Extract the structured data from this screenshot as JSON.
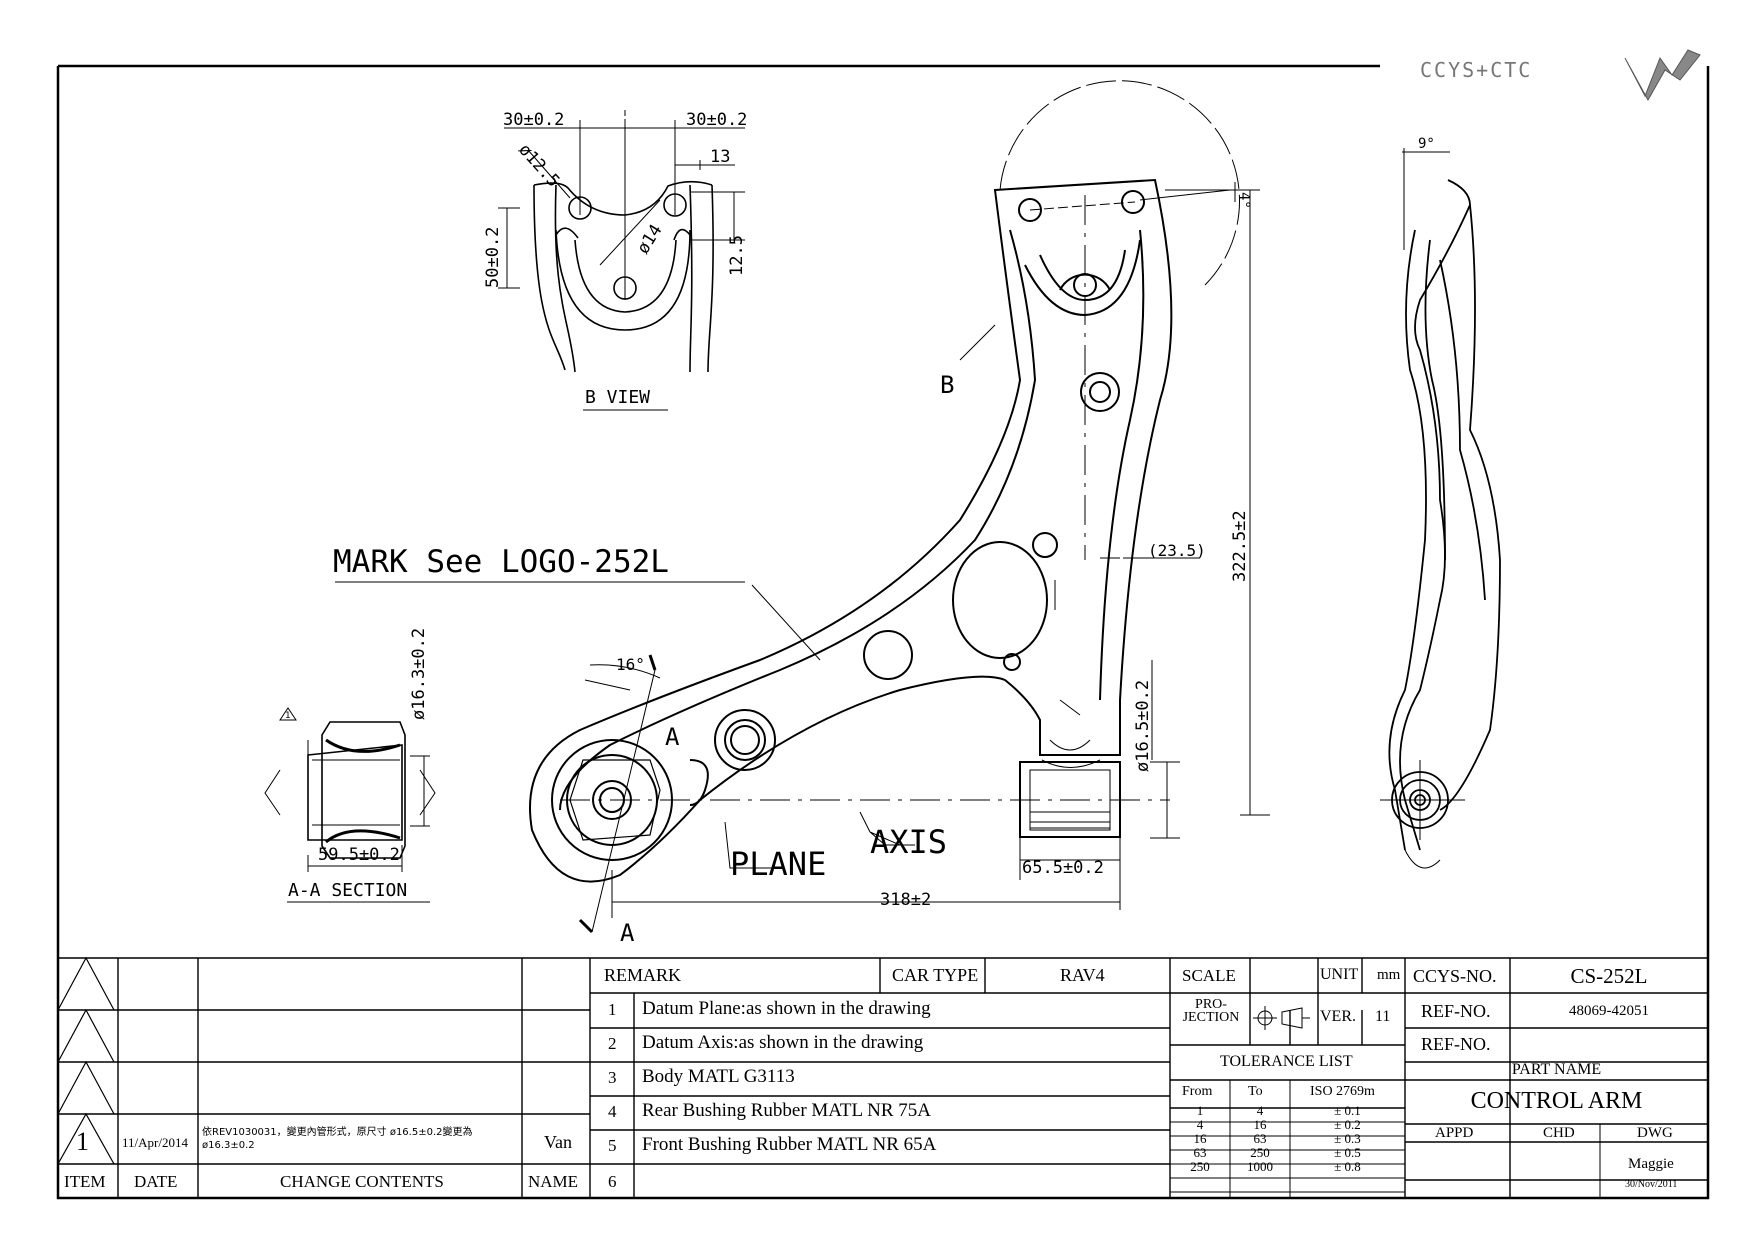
{
  "logo": {
    "text": "CCYS+CTC"
  },
  "b_view": {
    "title": "B VIEW",
    "dims": {
      "top_left": "30±0.2",
      "top_right": "30±0.2",
      "hole_small": "ø12.5",
      "right_13": "13",
      "left_50": "50±0.2",
      "center_14": "ø14",
      "right_12_5": "12.5"
    }
  },
  "main_view": {
    "mark_label": "MARK See LOGO-252L",
    "label_b": "B",
    "angle_16": "16°",
    "section_a_top": "A",
    "section_a_bottom": "A",
    "plane_label": "PLANE",
    "axis_label": "AXIS",
    "dim_318": "318±2",
    "dim_65_5": "65.5±0.2",
    "dim_16_5": "ø16.5±0.2",
    "dim_322_5": "322.5±2",
    "dim_23_5": "(23.5)",
    "dim_4": "4°"
  },
  "side_view": {
    "angle_9": "9°"
  },
  "section_view": {
    "title": "A-A SECTION",
    "dim_59_5": "59.5±0.2",
    "dim_16_3": "ø16.3±0.2",
    "rev_marker": "1"
  },
  "revision_table": {
    "headers": {
      "item": "ITEM",
      "date": "DATE",
      "change": "CHANGE CONTENTS",
      "name": "NAME"
    },
    "rows": [
      {
        "item": "",
        "date": "",
        "change": "",
        "name": ""
      },
      {
        "item": "",
        "date": "",
        "change": "",
        "name": ""
      },
      {
        "item": "",
        "date": "",
        "change": "",
        "name": ""
      },
      {
        "item": "1",
        "date": "11/Apr/2014",
        "change": "依REV1030031，變更內管形式，原尺寸 ø16.5±0.2變更為ø16.3±0.2",
        "name": "Van"
      }
    ]
  },
  "remark_table": {
    "remark_label": "REMARK",
    "car_type_label": "CAR TYPE",
    "car_type": "RAV4",
    "items": [
      {
        "no": "1",
        "text": "Datum Plane:as shown in the drawing"
      },
      {
        "no": "2",
        "text": "Datum Axis:as shown in the drawing"
      },
      {
        "no": "3",
        "text": "Body MATL G3113"
      },
      {
        "no": "4",
        "text": "Rear Bushing Rubber MATL NR 75A"
      },
      {
        "no": "5",
        "text": "Front Bushing Rubber MATL NR 65A"
      },
      {
        "no": "6",
        "text": ""
      }
    ]
  },
  "scale_block": {
    "scale_label": "SCALE",
    "scale_value": "",
    "unit_label": "UNIT",
    "unit_value": "mm",
    "projection_label": "PRO- JECTION",
    "ver_label": "VER.",
    "ver_value": "11",
    "tolerance_title": "TOLERANCE LIST",
    "tol_headers": [
      "From",
      "To",
      "ISO 2769m"
    ],
    "tol_rows": [
      [
        "1",
        "4",
        "± 0.1"
      ],
      [
        "4",
        "16",
        "± 0.2"
      ],
      [
        "16",
        "63",
        "± 0.3"
      ],
      [
        "63",
        "250",
        "± 0.5"
      ],
      [
        "250",
        "1000",
        "± 0.8"
      ]
    ]
  },
  "title_block": {
    "ccys_label": "CCYS-NO.",
    "ccys_value": "CS-252L",
    "ref1_label": "REF-NO.",
    "ref1_value": "48069-42051",
    "ref2_label": "REF-NO.",
    "ref2_value": "",
    "part_name_label": "PART NAME",
    "part_name": "CONTROL ARM",
    "appd_label": "APPD",
    "chd_label": "CHD",
    "dwg_label": "DWG",
    "drawn_by": "Maggie",
    "drawn_date": "30/Nov/2011"
  }
}
